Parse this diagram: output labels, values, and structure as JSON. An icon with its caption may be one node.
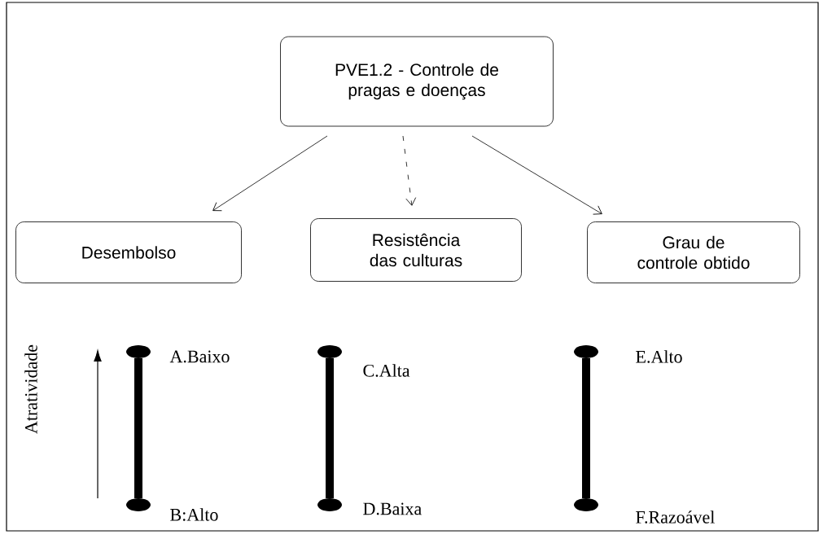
{
  "diagram": {
    "nodes": [
      {
        "text": [
          "PVE1.2 - Controle de pragas e doenças"
        ]
      },
      {
        "text": [
          "Desembolso"
        ]
      },
      {
        "text": [
          "Resistência das culturas"
        ]
      },
      {
        "text": [
          "Grau de controle obtido"
        ]
      }
    ],
    "edges": [
      {
        "from": 0,
        "to": 1,
        "arrow": "to"
      },
      {
        "from": 0,
        "to": 2,
        "arrow": "to",
        "style": "dashed"
      },
      {
        "from": 0,
        "to": 3,
        "arrow": "to"
      }
    ],
    "labels": [
      "Atratividade",
      "A.Baixo",
      "C.Alta",
      "E.Alto",
      "B:Alto",
      "D.Baixa",
      "F.Razoável"
    ]
  }
}
